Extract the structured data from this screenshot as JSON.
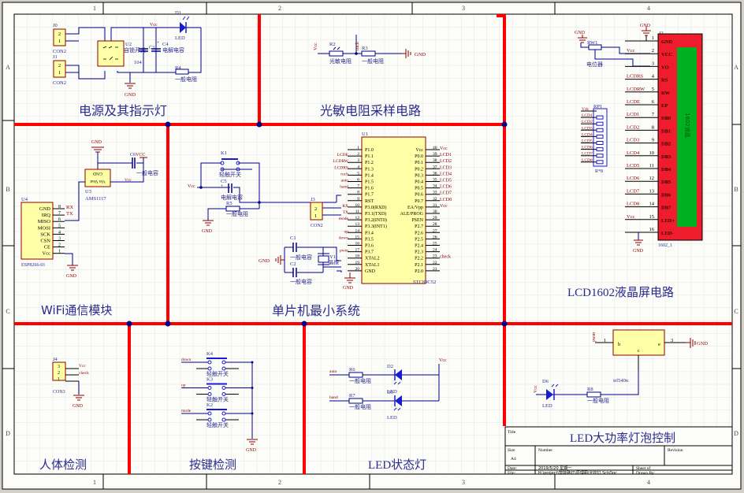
{
  "border": {
    "columns": [
      "1",
      "2",
      "3",
      "4"
    ],
    "rows": [
      "A",
      "B",
      "C",
      "D"
    ]
  },
  "colors": {
    "background": "#fcfcf8",
    "grid": "#e6e6e6",
    "frame": "#000000",
    "divider": "#ff0000",
    "wire": "#00008b",
    "component_fill": "#ffffa8",
    "component_stroke": "#8b0000",
    "net_label": "#8b0000",
    "text_blue": "#2b2b8f",
    "junction": "#00008b",
    "lcd_body": "#ee1c2c",
    "lcd_screen": "#00b020"
  },
  "sections": {
    "power": "电源及其指示灯",
    "photo": "光敏电阻采样电路",
    "lcd": "LCD1602液晶屏电路",
    "wifi": "WiFi通信模块",
    "mcu": "单片机最小系统",
    "human": "人体检测",
    "keys": "按键检测",
    "led_status": "LED状态灯",
    "led_power": "LED大功率灯泡控制"
  },
  "power": {
    "j0": "J0",
    "j1": "J1",
    "con": "CON2",
    "pin2": "2",
    "pin1": "1",
    "u2": "U2",
    "u2_desc": "自锁开关",
    "c3": "C3",
    "c3_val": "104",
    "c4": "C4",
    "c4_desc": "电解电容",
    "plus": "+",
    "vcc": "Vcc",
    "d1": "D1",
    "led": "LED",
    "r4": "R4",
    "r4_desc": "一般电阻",
    "gnd": "GND"
  },
  "photo": {
    "vcc": "Vcc",
    "r2": "R2",
    "r2_desc": "光敏电阻",
    "net": "ruch",
    "r3": "R3",
    "r3_desc": "一般电阻",
    "gnd": "GND"
  },
  "lcd": {
    "gnd_top": "GND",
    "gnd_rw": "GND",
    "rw1": "RW1",
    "rw1_desc": "电位器",
    "vcc_net": "Vcc",
    "j2": "J2",
    "pins": [
      {
        "num": "1",
        "name": "GND",
        "net": ""
      },
      {
        "num": "2",
        "name": "VCC",
        "net": "Vcc"
      },
      {
        "num": "3",
        "name": "VO",
        "net": ""
      },
      {
        "num": "4",
        "name": "RS",
        "net": "LCDRS"
      },
      {
        "num": "5",
        "name": "RW",
        "net": "LCDRW"
      },
      {
        "num": "6",
        "name": "EP",
        "net": "LCDE"
      },
      {
        "num": "7",
        "name": "DB0",
        "net": "LCD1"
      },
      {
        "num": "8",
        "name": "DB1",
        "net": "LCD2"
      },
      {
        "num": "9",
        "name": "DB2",
        "net": "LCD3"
      },
      {
        "num": "10",
        "name": "DB3",
        "net": "LCD4"
      },
      {
        "num": "11",
        "name": "DB4",
        "net": "LCD5"
      },
      {
        "num": "12",
        "name": "DB5",
        "net": "LCD6"
      },
      {
        "num": "13",
        "name": "DB6",
        "net": "LCD7"
      },
      {
        "num": "14",
        "name": "DB7",
        "net": "LCD8"
      },
      {
        "num": "15",
        "name": "LED+",
        "net": "Vcc"
      },
      {
        "num": "16",
        "name": "LED-",
        "net": ""
      }
    ],
    "screen_label": "1602液晶",
    "part": "1602_1",
    "gnd_bottom": "GND",
    "rp1": "RP1",
    "rp1_desc": "R*8",
    "rp_nets": [
      "Vdc",
      "LCD1",
      "LCD2",
      "LCD3",
      "LCD4",
      "LCD5",
      "LCD6",
      "LCD7",
      "LCD8"
    ]
  },
  "wifi": {
    "gnd_top": "GND",
    "c6": "C6",
    "vcc_net": "VCC",
    "c6_desc": "一般电容",
    "u3_gnd": "GND",
    "u3_io": "Vin  Vout",
    "u3": "U3",
    "u3_part": "AMS1117",
    "vcc_out": "Vcc",
    "u4": "U4",
    "pins": [
      {
        "name": "GND",
        "num": "8",
        "net": "RX"
      },
      {
        "name": "IRQ",
        "num": "7",
        "net": "TX"
      },
      {
        "name": "MISO",
        "num": "6",
        "net": ""
      },
      {
        "name": "MOSI",
        "num": "5",
        "net": ""
      },
      {
        "name": "SCK",
        "num": "4",
        "net": ""
      },
      {
        "name": "CSN",
        "num": "3",
        "net": ""
      },
      {
        "name": "CE",
        "num": "2",
        "net": ""
      },
      {
        "name": "Vcc",
        "num": "1",
        "net": ""
      }
    ],
    "u4_part": "ESP8266-01",
    "gnd_bottom": "GND"
  },
  "mcu": {
    "k1": "K1",
    "k1_desc": "轻触开关",
    "c5": "C5",
    "c5_desc": "电解电容",
    "plus": "+",
    "vcc": "Vcc",
    "r5": "R5",
    "r5_desc": "一般电阻",
    "gnd": "GND",
    "j3": "J3",
    "j3_part": "CON2",
    "pin2": "2",
    "pin1": "1",
    "c1": "C1",
    "c1_desc": "一般电容",
    "c2": "C2",
    "c2_desc": "一般电容",
    "y1": "Y1",
    "y1_desc": "晶振",
    "gnd_xtal": "GND",
    "u1": "U1",
    "u1_part": "STC89C52",
    "gnd_u1": "GND",
    "left_pins": [
      {
        "num": "1",
        "name": "P1.0",
        "net": ""
      },
      {
        "num": "2",
        "name": "P1.1",
        "net": "LCDE"
      },
      {
        "num": "3",
        "name": "P1.2",
        "net": "LCDRW"
      },
      {
        "num": "4",
        "name": "P1.3",
        "net": "LCDRS"
      },
      {
        "num": "5",
        "name": "P1.4",
        "net": "ruch"
      },
      {
        "num": "6",
        "name": "P1.5",
        "net": "auto"
      },
      {
        "num": "7",
        "name": "P1.6",
        "net": "hand"
      },
      {
        "num": "8",
        "name": "P1.7",
        "net": ""
      },
      {
        "num": "9",
        "name": "RST",
        "net": ""
      },
      {
        "num": "10",
        "name": "P3.0(RXD)",
        "net": "RX"
      },
      {
        "num": "11",
        "name": "P3.1(TXD)",
        "net": "TX"
      },
      {
        "num": "12",
        "name": "P3.2(INT0)",
        "net": "mode"
      },
      {
        "num": "13",
        "name": "P3.3(INT1)",
        "net": ""
      },
      {
        "num": "14",
        "name": "P3.4",
        "net": "up"
      },
      {
        "num": "15",
        "name": "P3.5",
        "net": "down"
      },
      {
        "num": "16",
        "name": "P3.6",
        "net": ""
      },
      {
        "num": "17",
        "name": "P3.7",
        "net": "pwm"
      },
      {
        "num": "18",
        "name": "XTAL2",
        "net": ""
      },
      {
        "num": "19",
        "name": "XTAL1",
        "net": ""
      },
      {
        "num": "20",
        "name": "GND",
        "net": ""
      }
    ],
    "right_pins": [
      {
        "num": "40",
        "name": "Vcc",
        "net": "Vcc"
      },
      {
        "num": "39",
        "name": "P0.0",
        "net": "LCD1"
      },
      {
        "num": "38",
        "name": "P0.1",
        "net": "LCD2"
      },
      {
        "num": "37",
        "name": "P0.2",
        "net": "LCD3"
      },
      {
        "num": "36",
        "name": "P0.3",
        "net": "LCD4"
      },
      {
        "num": "35",
        "name": "P0.4",
        "net": "LCD5"
      },
      {
        "num": "34",
        "name": "P0.5",
        "net": "LCD6"
      },
      {
        "num": "33",
        "name": "P0.6",
        "net": "LCD7"
      },
      {
        "num": "32",
        "name": "P0.7",
        "net": "LCD8"
      },
      {
        "num": "31",
        "name": "EA/Vpp",
        "net": "Vcc"
      },
      {
        "num": "30",
        "name": "ALE/PROG",
        "net": ""
      },
      {
        "num": "29",
        "name": "PSEN",
        "net": ""
      },
      {
        "num": "28",
        "name": "P2.7",
        "net": ""
      },
      {
        "num": "27",
        "name": "P2.6",
        "net": ""
      },
      {
        "num": "26",
        "name": "P2.5",
        "net": ""
      },
      {
        "num": "25",
        "name": "P2.4",
        "net": ""
      },
      {
        "num": "24",
        "name": "P2.3",
        "net": ""
      },
      {
        "num": "23",
        "name": "P2.2",
        "net": "check"
      },
      {
        "num": "22",
        "name": "P2.1",
        "net": ""
      },
      {
        "num": "21",
        "name": "P2.0",
        "net": ""
      }
    ]
  },
  "human": {
    "j4": "J4",
    "part": "CON3",
    "pins": [
      "3",
      "2",
      "1"
    ],
    "vcc": "Vcc",
    "check": "check",
    "gnd": "GND"
  },
  "keys": {
    "items": [
      {
        "ref": "K4",
        "net": "down",
        "desc": "轻触开关"
      },
      {
        "ref": "K3",
        "net": "up",
        "desc": "轻触开关"
      },
      {
        "ref": "K2",
        "net": "mode",
        "desc": "轻触开关"
      }
    ],
    "gnd": "GND"
  },
  "led_status": {
    "vcc": "Vcc",
    "items": [
      {
        "net": "auto",
        "r": "R6",
        "r_desc": "一般电阻",
        "d": "D2",
        "d_desc": "LED"
      },
      {
        "net": "hand",
        "r": "R7",
        "r_desc": "一般电阻",
        "d": "D3",
        "d_desc": "LED"
      }
    ]
  },
  "led_power": {
    "pwm": "pwm",
    "b": "b",
    "c": "c",
    "e": "e",
    "pin1": "1",
    "pin2": "2",
    "pin3": "3",
    "gnd": "GND",
    "part": "irf540n",
    "vcc": "Vcc",
    "d6": "D6",
    "led": "LED",
    "r8": "R8",
    "r8_desc": "一般电阻"
  },
  "title_block": {
    "title_label": "Title",
    "size_label": "Size",
    "size_value": "A4",
    "number_label": "Number",
    "revision_label": "Revision",
    "date_label": "Date:",
    "date_value": "2019/5/20 星期一",
    "sheet_label": "Sheet    of",
    "file_label": "File:",
    "file_value": "H:\\project\\智能路灯\\原理图\\光控灯.SchDoc",
    "drawn_label": "Drawn By:"
  }
}
